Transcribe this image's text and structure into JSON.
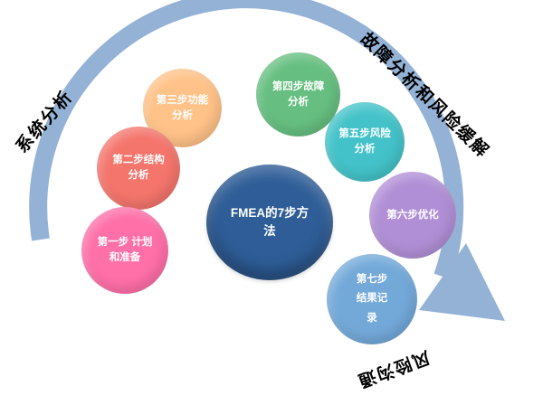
{
  "center": {
    "label": "FMEA的7步方\n法",
    "color": "#2E5D97"
  },
  "arrow": {
    "color": "#94B2D6"
  },
  "outer_labels": {
    "top_left": "系统分析",
    "top_right": "故障分析和风险缓解",
    "bottom_right": "风险沟通"
  },
  "steps": [
    {
      "label": "第一步 计划\n和准备",
      "color": "#FF6FA8"
    },
    {
      "label": "第二步结构\n分析",
      "color": "#F4756C"
    },
    {
      "label": "第三步功能\n分析",
      "color": "#FFC288"
    },
    {
      "label": "第四步故障\n分析",
      "color": "#66BF80"
    },
    {
      "label": "第五步风险\n分析",
      "color": "#43C3C9"
    },
    {
      "label": "第六步优化",
      "color": "#B18FD6"
    },
    {
      "label": "第七步\n结果记\n录",
      "color": "#73A9D9"
    }
  ]
}
